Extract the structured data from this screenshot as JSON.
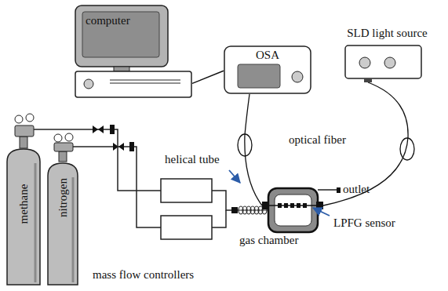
{
  "diagram": {
    "nodes": [
      {
        "text": [
          "computer"
        ]
      },
      {
        "text": [
          "OSA"
        ]
      },
      {
        "text": [
          "SLD light source"
        ]
      },
      {
        "text": [
          "methane"
        ]
      },
      {
        "text": [
          "nitrogen"
        ]
      }
    ],
    "edges": [
      {
        "from": 0,
        "to": 1,
        "arrow": "none"
      }
    ],
    "labels": [
      "optical fiber",
      "helical tube",
      "outlet",
      "gas chamber",
      "LPFG sensor",
      "mass flow controllers"
    ]
  }
}
